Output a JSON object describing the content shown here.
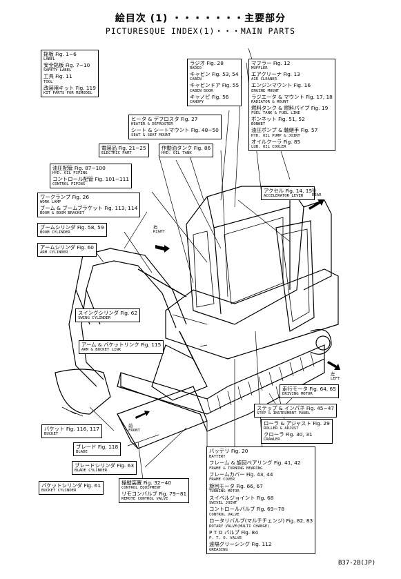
{
  "title_jp": "絵目次 (1) ・・・・・・・主要部分",
  "title_en": "PICTURESQUE INDEX(1)・・・MAIN PARTS",
  "doc_code": "B37-2B(JP)",
  "boxes": {
    "label": [
      {
        "jp": "銘板 Fig. 1~6",
        "en": "LABEL"
      },
      {
        "jp": "安全銘板 Fig. 7~10",
        "en": "SAFETY LABEL"
      },
      {
        "jp": "工具 Fig. 11",
        "en": "TOOL"
      },
      {
        "jp": "改装用キット Fig. 119",
        "en": "KIT PARTS FOR REMODEL"
      }
    ],
    "radio": [
      {
        "jp": "ラジオ Fig. 28",
        "en": "RADIO"
      },
      {
        "jp": "キャビン Fig. 53, 54",
        "en": "CABIN"
      },
      {
        "jp": "キャビンドア Fig. 55",
        "en": "CABIN DOOR"
      },
      {
        "jp": "キャノピ Fig. 56",
        "en": "CANOPY"
      }
    ],
    "muffler": [
      {
        "jp": "マフラー Fig. 12",
        "en": "MUFFLER"
      },
      {
        "jp": "エアクリーナ Fig. 13",
        "en": "AIR CLEANER"
      },
      {
        "jp": "エンジンマウント Fig. 16",
        "en": "ENGINE MOUNT"
      },
      {
        "jp": "ラジエータ & マウント Fig. 17, 18",
        "en": "RADIATOR & MOUNT"
      },
      {
        "jp": "燃料タンク & 燃料パイプ Fig. 19",
        "en": "FUEL TANK & FUEL LINE"
      },
      {
        "jp": "ボンネット Fig. 51, 52",
        "en": "BONNET"
      },
      {
        "jp": "油圧ポンプ & 軸継手 Fig. 57",
        "en": "HYD. OIL PUMP & JOINT"
      },
      {
        "jp": "オイルクーラ Fig. 85",
        "en": "LUB. OIL COOLER"
      }
    ],
    "heater": [
      {
        "jp": "ヒータ & デフロスタ Fig. 27",
        "en": "HEATER & DEFROSTER"
      },
      {
        "jp": "シート & シートマウント Fig. 48~50",
        "en": "SEAT & SEAT MOUNT"
      }
    ],
    "electric": [
      {
        "jp": "電装品 Fig. 21~25",
        "en": "ELECTRIC PART"
      }
    ],
    "hydtank": [
      {
        "jp": "作動油タンク Fig. 86",
        "en": "HYD. OIL TANK"
      }
    ],
    "piping": [
      {
        "jp": "油圧配管 Fig. 87~100",
        "en": "HYD. OIL PIPING"
      },
      {
        "jp": "コントロール配管 Fig. 101~111",
        "en": "CONTROL PIPING"
      }
    ],
    "accel": [
      {
        "jp": "アクセル Fig. 14, 15",
        "en": "ACCELERATOR LEVER"
      }
    ],
    "worklamp": [
      {
        "jp": "ワークランプ Fig. 26",
        "en": "WORK LAMP"
      },
      {
        "jp": "ブーム & ブームブラケット Fig. 113, 114",
        "en": "BOOM & BOOM BRACKET"
      }
    ],
    "boomcyl": [
      {
        "jp": "ブームシリンダ Fig. 58, 59",
        "en": "BOOM CYLINDER"
      }
    ],
    "armcyl": [
      {
        "jp": "アームシリンダ Fig. 60",
        "en": "ARM CYLINDER"
      }
    ],
    "swingcyl": [
      {
        "jp": "スイングシリンダ Fig. 62",
        "en": "SWING CYLINDER"
      }
    ],
    "armlink": [
      {
        "jp": "アーム & バケットリンク Fig. 115",
        "en": "ARM & BUCKET LINK"
      }
    ],
    "drivemotor": [
      {
        "jp": "走行モータ Fig. 64, 65",
        "en": "DRIVING MOTOR"
      }
    ],
    "step": [
      {
        "jp": "ステップ & インパネ Fig. 45~47",
        "en": "STEP & INSTRUMENT PANEL"
      }
    ],
    "roller": [
      {
        "jp": "ローラ & アジャスト Fig. 29",
        "en": "ROLLER & ADJUST"
      },
      {
        "jp": "クローラ Fig. 30, 31",
        "en": "CRAWLER"
      }
    ],
    "bucket": [
      {
        "jp": "バケット Fig. 116, 117",
        "en": "BUCKET"
      }
    ],
    "blade": [
      {
        "jp": "ブレード Fig. 118",
        "en": "BLADE"
      }
    ],
    "bladecyl": [
      {
        "jp": "ブレードシリンダ Fig. 63",
        "en": "BLADE CYLINDER"
      }
    ],
    "bucketcyl": [
      {
        "jp": "バケットシリンダ Fig. 61",
        "en": "BUCKET CYLINDER"
      }
    ],
    "control": [
      {
        "jp": "操縦装置 Fig. 32~40",
        "en": "CONTROL EQUIPMENT"
      },
      {
        "jp": "リモコンバルブ Fig. 79~81",
        "en": "REMOTE CONTROL VALVE"
      }
    ],
    "battery": [
      {
        "jp": "バッテリ Fig. 20",
        "en": "BATTERY"
      },
      {
        "jp": "フレーム & 旋回ベアリング Fig. 41, 42",
        "en": "FRAME & TURNING BEARING"
      },
      {
        "jp": "フレームカバー Fig. 43, 44",
        "en": "FRAME COVER"
      },
      {
        "jp": "旋回モータ Fig. 66, 67",
        "en": "TURNING MOTOR"
      },
      {
        "jp": "スイベルジョイント Fig. 68",
        "en": "SWIVEL JOINT"
      },
      {
        "jp": "コントロールバルブ Fig. 69~78",
        "en": "CONTROL VALVE"
      },
      {
        "jp": "ロータリバルブ(マルチチェンジ) Fig. 82, 83",
        "en": "ROTARY VALVE(MULTI CHANGE)"
      },
      {
        "jp": "P T O バルブ Fig. 84",
        "en": "P. T. O. VALVE"
      },
      {
        "jp": "遠隔グリーシング Fig. 112",
        "en": "GREASING"
      }
    ]
  },
  "directions": {
    "rear": {
      "jp": "後",
      "en": "REAR"
    },
    "right": {
      "jp": "右",
      "en": "RIGHT"
    },
    "left": {
      "jp": "左",
      "en": "LEFT"
    },
    "front": {
      "jp": "前",
      "en": "FRONT"
    }
  }
}
